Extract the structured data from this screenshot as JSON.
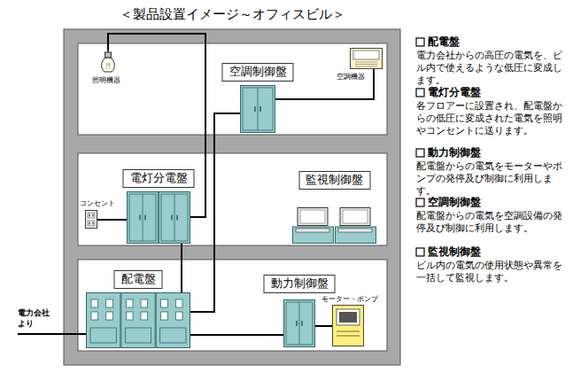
{
  "diagram": {
    "title": "＜製品設置イメージ～オフィスビル＞",
    "nodes": [
      {
        "text": [
          "照明機器"
        ]
      },
      {
        "text": [
          "空調制御盤"
        ]
      },
      {
        "text": [
          "空調機器"
        ]
      },
      {
        "text": [
          "電灯分電盤"
        ]
      },
      {
        "text": [
          "監視制御盤"
        ]
      },
      {
        "text": [
          "コンセント"
        ]
      },
      {
        "text": [
          "配電盤"
        ]
      },
      {
        "text": [
          "動力制御盤"
        ]
      },
      {
        "text": [
          "モーター・ポンプ"
        ]
      }
    ],
    "edges": [
      {
        "from": 0,
        "to": 3,
        "arrow": "none"
      },
      {
        "from": 1,
        "to": 2,
        "arrow": "none"
      },
      {
        "from": 3,
        "to": 5,
        "arrow": "none"
      },
      {
        "from": 6,
        "to": 3,
        "arrow": "none"
      },
      {
        "from": 6,
        "to": 1,
        "arrow": "none"
      },
      {
        "from": 6,
        "to": 7,
        "arrow": "none"
      },
      {
        "from": 7,
        "to": 8,
        "arrow": "none"
      }
    ],
    "labels": [
      "電力会社 より",
      "配電盤",
      "電力会社からの高圧の電気を、ビル内で使えるような低圧に変成します。",
      "電灯分電盤",
      "各フロアーに設置され、配電盤からの低圧に変成された電気を照明やコンセントに送ります。",
      "動力制御盤",
      "配電盤からの電気をモーターやポンプの発停及び制御に利用します。",
      "空調制御盤",
      "配電盤からの電気を空調設備の発停及び制御に利用します。",
      "監視制御盤",
      "ビル内の電気の使用状態や異常を一括して監視します。"
    ]
  }
}
